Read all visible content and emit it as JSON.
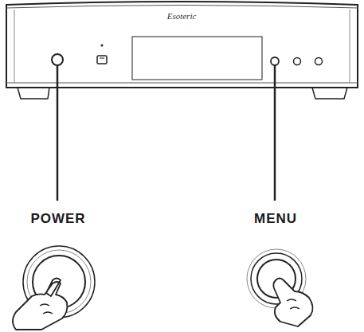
{
  "diagram": {
    "labels": [
      "Esoteric",
      "POWER",
      "MENU"
    ]
  }
}
